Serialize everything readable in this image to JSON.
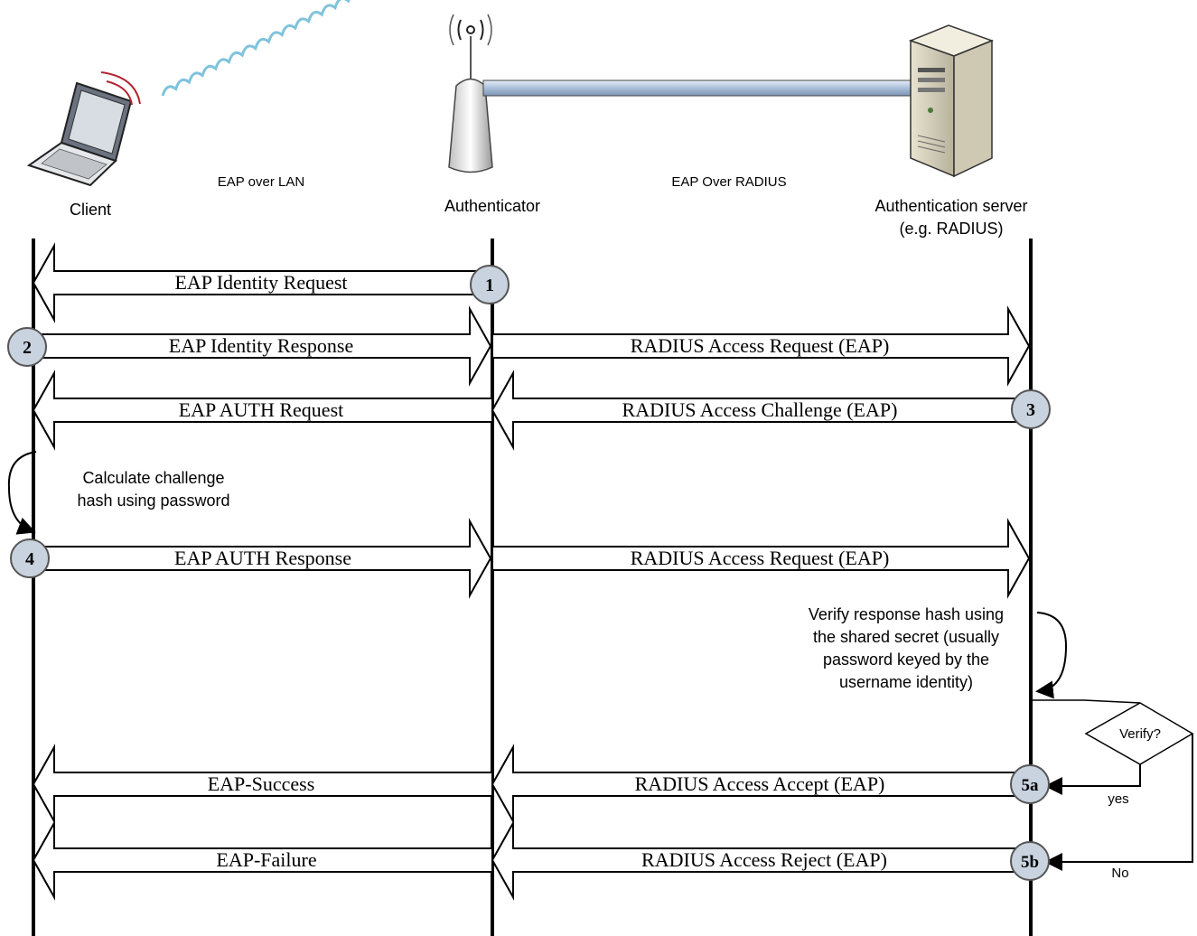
{
  "header": {
    "client_label": "Client",
    "authenticator_label": "Authenticator",
    "server_label_line1": "Authentication server",
    "server_label_line2": "(e.g. RADIUS)",
    "link_left_label": "EAP over LAN",
    "link_right_label": "EAP Over RADIUS"
  },
  "steps": {
    "s1": "1",
    "s2": "2",
    "s3": "3",
    "s4": "4",
    "s5a": "5a",
    "s5b": "5b"
  },
  "messages": {
    "m1": "EAP Identity Request",
    "m2_left": "EAP Identity Response",
    "m2_right": "RADIUS Access Request (EAP)",
    "m3_left": "EAP AUTH Request",
    "m3_right": "RADIUS Access Challenge (EAP)",
    "m4_left": "EAP AUTH Response",
    "m4_right": "RADIUS Access Request (EAP)",
    "m5a_left": "EAP-Success",
    "m5a_right": "RADIUS Access Accept (EAP)",
    "m5b_left": "EAP-Failure",
    "m5b_right": "RADIUS Access Reject (EAP)"
  },
  "notes": {
    "client_calc_line1": "Calculate challenge",
    "client_calc_line2": "hash using password",
    "server_verify_line1": "Verify response hash using",
    "server_verify_line2": "the shared secret (usually",
    "server_verify_line3": "password keyed by the",
    "server_verify_line4": "username identity)"
  },
  "decision": {
    "label": "Verify?",
    "yes_label": "yes",
    "no_label": "No"
  },
  "colors": {
    "line": "#000000",
    "arrow_fill": "#ffffff",
    "step_fill": "#c9d3e0",
    "link_fill": "#b8c8dc",
    "wireless": "#9fd0e3",
    "signal_red": "#b0252f"
  },
  "icons": {
    "client": "laptop-icon",
    "authenticator": "access-point-icon",
    "server": "server-tower-icon"
  }
}
